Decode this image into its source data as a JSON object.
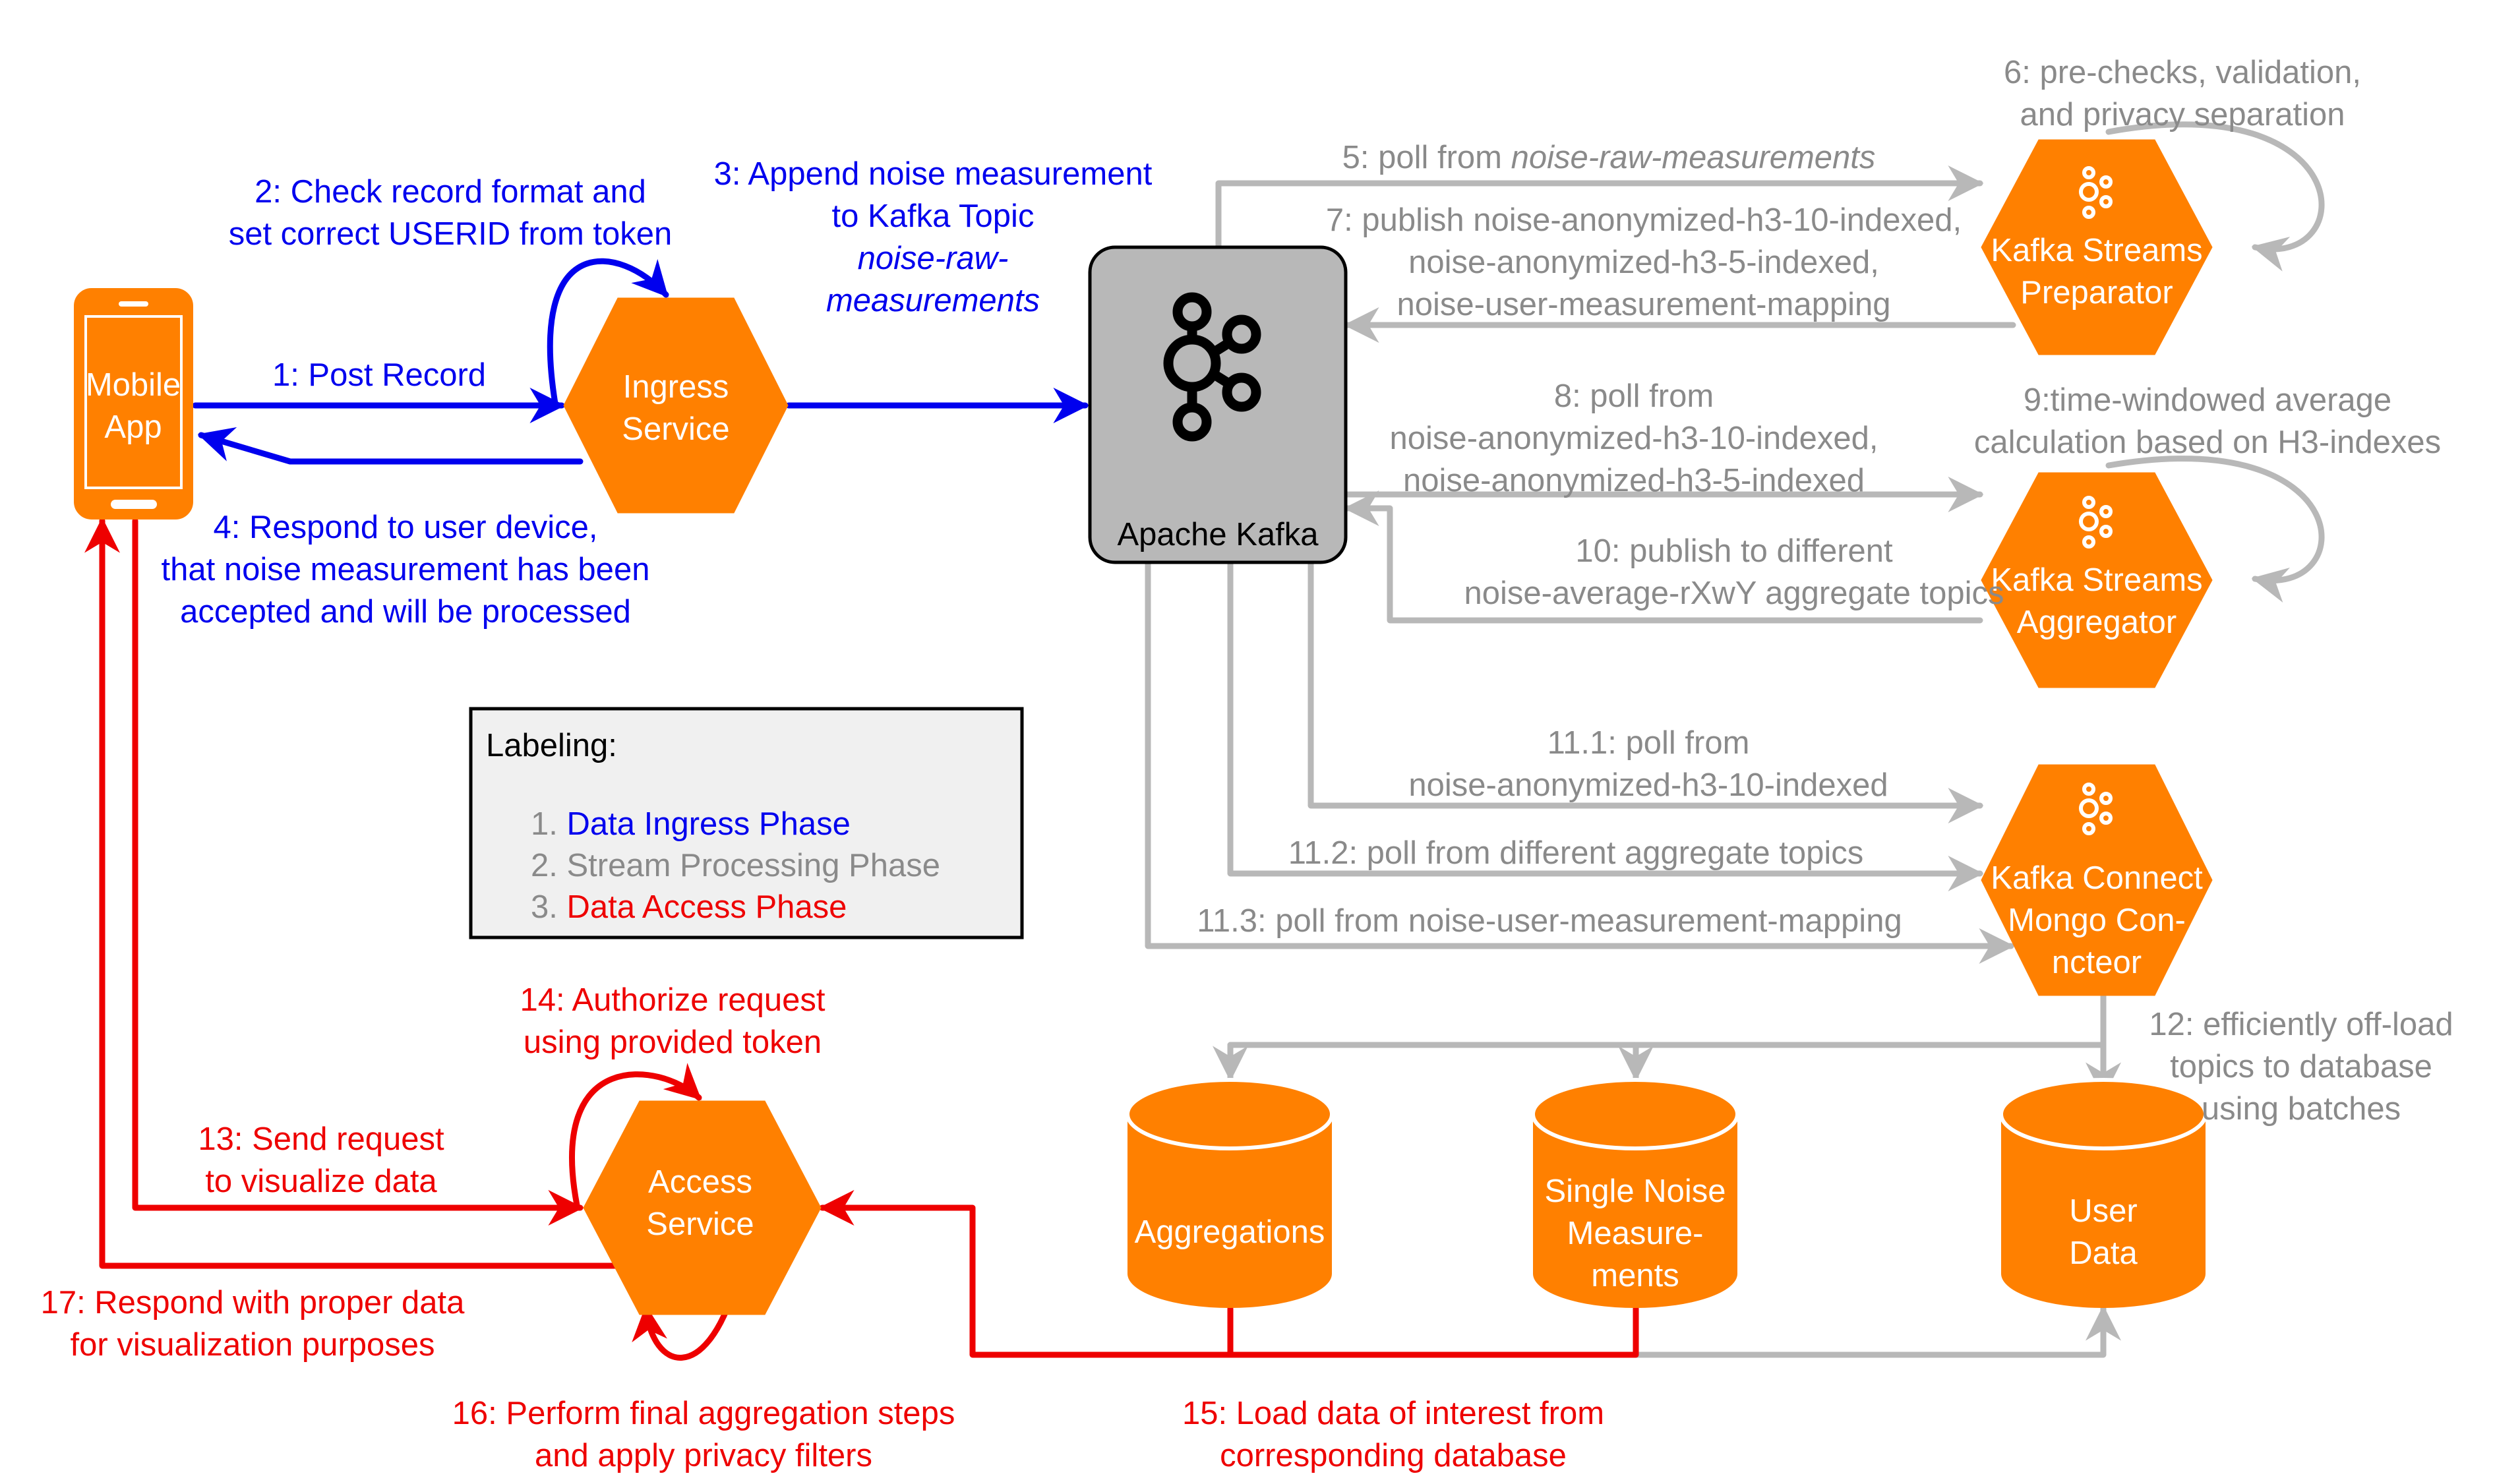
{
  "nodes": {
    "mobile": [
      "Mobile",
      "App"
    ],
    "ingress": [
      "Ingress",
      "Service"
    ],
    "kafka": "Apache Kafka",
    "preparator": [
      "Kafka Streams",
      "Preparator"
    ],
    "aggregator": [
      "Kafka Streams",
      "Aggregator"
    ],
    "connect": [
      "Kafka Connect",
      "Mongo Con-",
      "ncteor"
    ],
    "access": [
      "Access",
      "Service"
    ],
    "db_aggregations": [
      "Aggregations"
    ],
    "db_single": [
      "Single Noise",
      "Measure-",
      "ments"
    ],
    "db_user": [
      "User",
      "Data"
    ]
  },
  "steps": {
    "s1": [
      "1: Post Record"
    ],
    "s2": [
      "2: Check record format and",
      "set correct USERID from token"
    ],
    "s3": [
      "3: Append noise measurement",
      "to Kafka Topic"
    ],
    "s3_topic": [
      "noise-raw-",
      "measurements"
    ],
    "s4": [
      "4: Respond to user device,",
      "that noise measurement has been",
      "accepted and will be processed"
    ],
    "s5_prefix": "5: poll from ",
    "s5_topic": "noise-raw-measurements",
    "s6": [
      "6: pre-checks, validation,",
      "and privacy separation"
    ],
    "s7": [
      "7: publish noise-anonymized-h3-10-indexed,",
      "noise-anonymized-h3-5-indexed,",
      "noise-user-measurement-mapping"
    ],
    "s8": [
      "8: poll from",
      "noise-anonymized-h3-10-indexed,",
      "noise-anonymized-h3-5-indexed"
    ],
    "s9": [
      "9:time-windowed average",
      "calculation based on H3-indexes"
    ],
    "s10": [
      "10: publish to different",
      "noise-average-rXwY aggregate topics"
    ],
    "s11_1": [
      "11.1: poll from",
      "noise-anonymized-h3-10-indexed"
    ],
    "s11_2": [
      "11.2: poll from different aggregate topics"
    ],
    "s11_3": [
      "11.3: poll from noise-user-measurement-mapping"
    ],
    "s12": [
      "12: efficiently off-load",
      "topics to database",
      "using batches"
    ],
    "s13": [
      "13: Send request",
      "to visualize data"
    ],
    "s14": [
      "14: Authorize request",
      "using provided token"
    ],
    "s15": [
      "15: Load data of interest from",
      "corresponding database"
    ],
    "s16": [
      "16: Perform final aggregation steps",
      "and apply privacy filters"
    ],
    "s17": [
      "17: Respond with proper data",
      "for visualization purposes"
    ]
  },
  "legend": {
    "title": "Labeling:",
    "items": [
      {
        "num": "1.",
        "label": "Data Ingress Phase"
      },
      {
        "num": "2.",
        "label": "Stream Processing Phase"
      },
      {
        "num": "3.",
        "label": "Data Access Phase"
      }
    ]
  },
  "colors": {
    "ingress_phase": "#0000ee",
    "processing_phase": "#8a8a8a",
    "access_phase": "#ee0000",
    "node_fill": "#ff8000",
    "kafka_fill": "#b8b8b8",
    "legend_fill": "#f0f0f0"
  },
  "icons": {
    "kafka": "kafka-logo-icon",
    "streams": "kafka-streams-icon"
  }
}
